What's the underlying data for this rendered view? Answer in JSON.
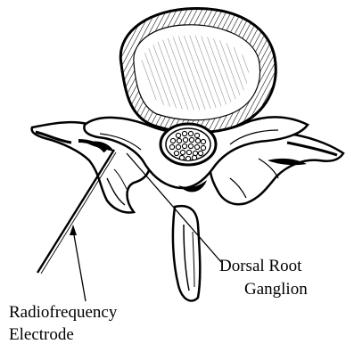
{
  "labels": {
    "ganglion_line1": "Dorsal Root",
    "ganglion_line2": "Ganglion",
    "electrode_line1": "Radiofrequency",
    "electrode_line2": "Electrode"
  },
  "colors": {
    "ink": "#000000",
    "paper": "#ffffff"
  }
}
